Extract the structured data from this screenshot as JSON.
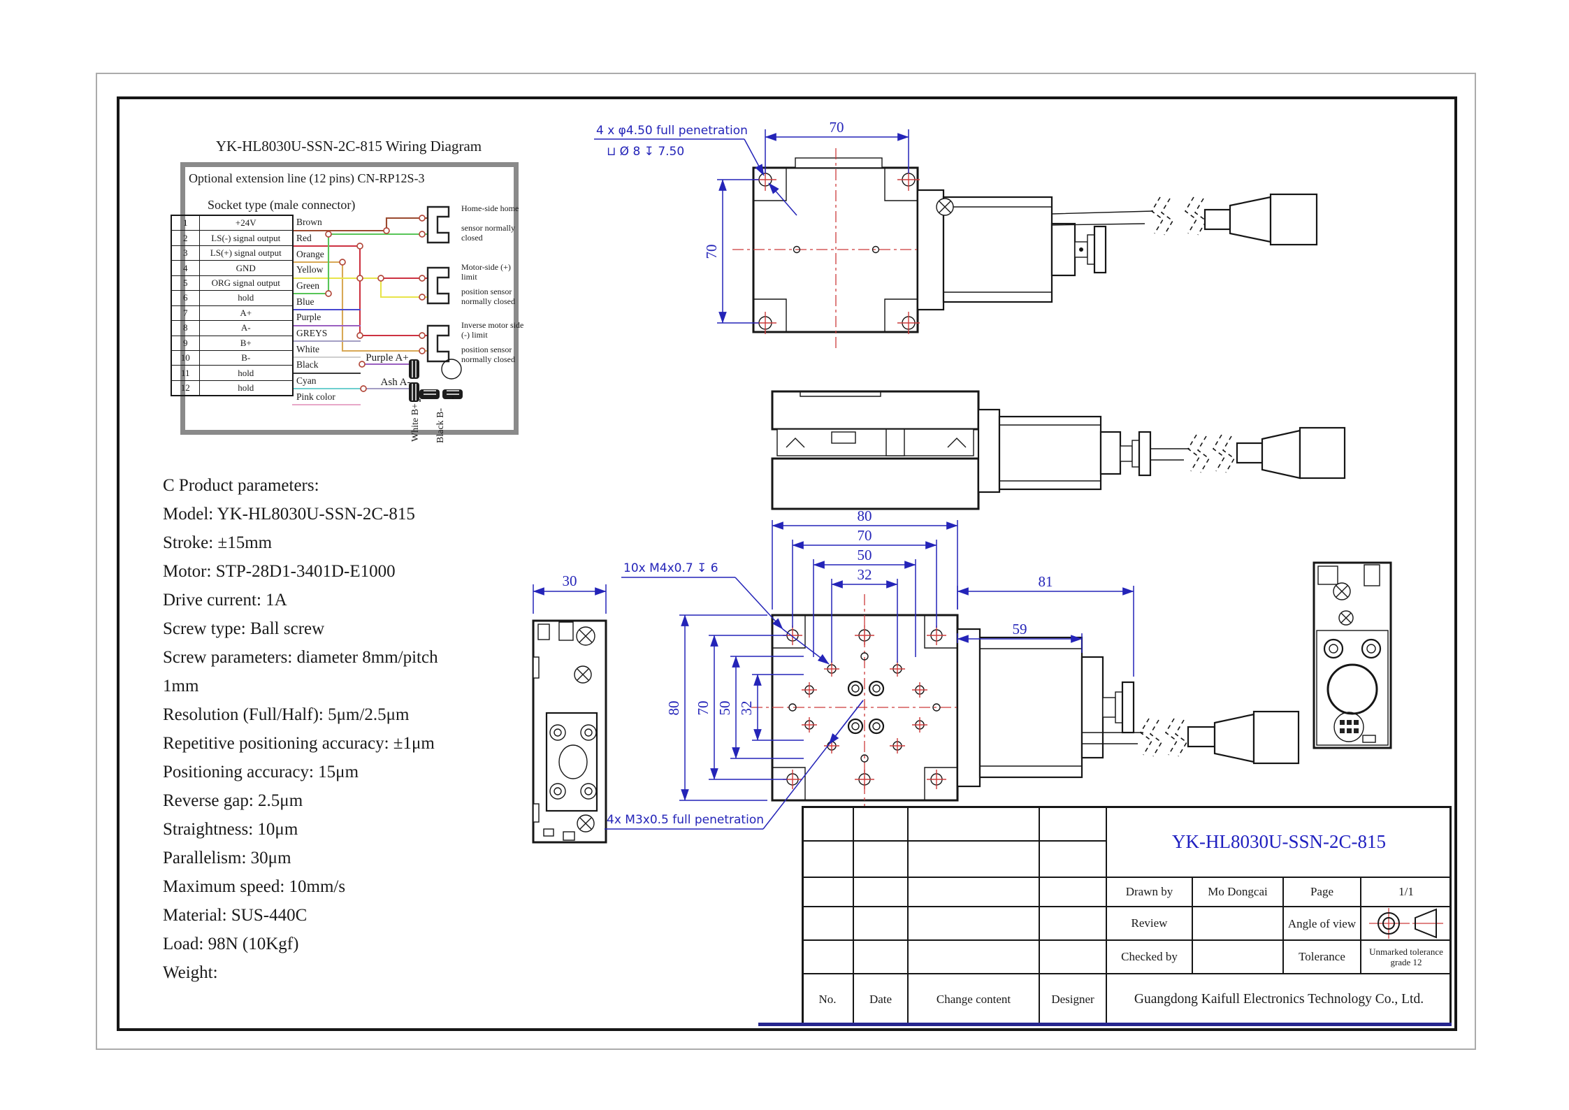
{
  "wiring": {
    "title": "YK-HL8030U-SSN-2C-815 Wiring Diagram",
    "note_line1": "Optional extension line (12 pins) CN-RP12S-3",
    "note_line2": "Socket type (male connector)",
    "pins": [
      {
        "no": "1",
        "label": "+24V"
      },
      {
        "no": "2",
        "label": "LS(-) signal output"
      },
      {
        "no": "3",
        "label": "LS(+) signal output"
      },
      {
        "no": "4",
        "label": "GND"
      },
      {
        "no": "5",
        "label": "ORG signal output"
      },
      {
        "no": "6",
        "label": "hold"
      },
      {
        "no": "7",
        "label": "A+"
      },
      {
        "no": "8",
        "label": "A-"
      },
      {
        "no": "9",
        "label": "B+"
      },
      {
        "no": "10",
        "label": "B-"
      },
      {
        "no": "11",
        "label": "hold"
      },
      {
        "no": "12",
        "label": "hold"
      }
    ],
    "wires": [
      "Brown",
      "Red",
      "Orange",
      "Yellow",
      "Green",
      "Blue",
      "Purple",
      "GREYS",
      "White",
      "Black",
      "Cyan",
      "Pink color"
    ],
    "s1": [
      "Home-side home",
      "sensor normally",
      "closed"
    ],
    "s2": [
      "Motor-side (+)",
      "limit",
      "position sensor",
      "normally closed"
    ],
    "s3": [
      "Inverse motor side",
      "(-) limit",
      "position sensor",
      "normally closed"
    ],
    "motor_labels": [
      "Purple A+",
      "Ash A-",
      "White B+",
      "Black B-"
    ]
  },
  "parameters": {
    "text": "C Product parameters:\nModel: YK-HL8030U-SSN-2C-815\nStroke: ±15mm\nMotor: STP-28D1-3401D-E1000\nDrive current: 1A\nScrew type: Ball screw\nScrew parameters: diameter 8mm/pitch\n1mm\nResolution (Full/Half): 5μm/2.5μm\nRepetitive positioning accuracy: ±1μm\nPositioning accuracy: 15μm\nReverse gap: 2.5μm\nStraightness: 10μm\nParallelism: 30μm\nMaximum speed: 10mm/s\nMaterial: SUS-440C\nLoad: 98N (10Kgf)\nWeight:"
  },
  "drawing": {
    "note_top1": "4 x φ4.50 full penetration",
    "note_top2": "⊔ Ø 8  ↧ 7.50",
    "note_m4": "10x M4x0.7 ↧ 6",
    "note_m3": "4x M3x0.5 full penetration",
    "dim_top_h": "70",
    "dim_top_v": "70",
    "dim_side_w": "30",
    "dim_b1": "80",
    "dim_b2": "70",
    "dim_b3": "50",
    "dim_b4": "32",
    "dim_r1": "81",
    "dim_r2": "59"
  },
  "title_block": {
    "title": "YK-HL8030U-SSN-2C-815",
    "drawn_by_label": "Drawn by",
    "drawn_by_value": "Mo Dongcai",
    "page_label": "Page",
    "page_value": "1/1",
    "review_label": "Review",
    "angle_label": "Angle of view",
    "checked_label": "Checked by",
    "tolerance_label": "Tolerance",
    "tolerance_value": "Unmarked tolerance grade 12",
    "no_label": "No.",
    "date_label": "Date",
    "change_label": "Change content",
    "designer_label": "Designer",
    "company": "Guangdong Kaifull Electronics Technology Co., Ltd."
  },
  "colors": {
    "vars": {
      "annotation": "#2424b8",
      "centerline": "#cc3b3b",
      "accent": "#2020c0"
    },
    "wire_hex": [
      "#9b4a2f",
      "#cd3241",
      "#d8a855",
      "#e8e44a",
      "#58c558",
      "#4848d0",
      "#9a5fc0",
      "#a39ec4",
      "#cfcfcf",
      "#3a3a3a",
      "#6ecfcf",
      "#e8a8c8"
    ]
  }
}
